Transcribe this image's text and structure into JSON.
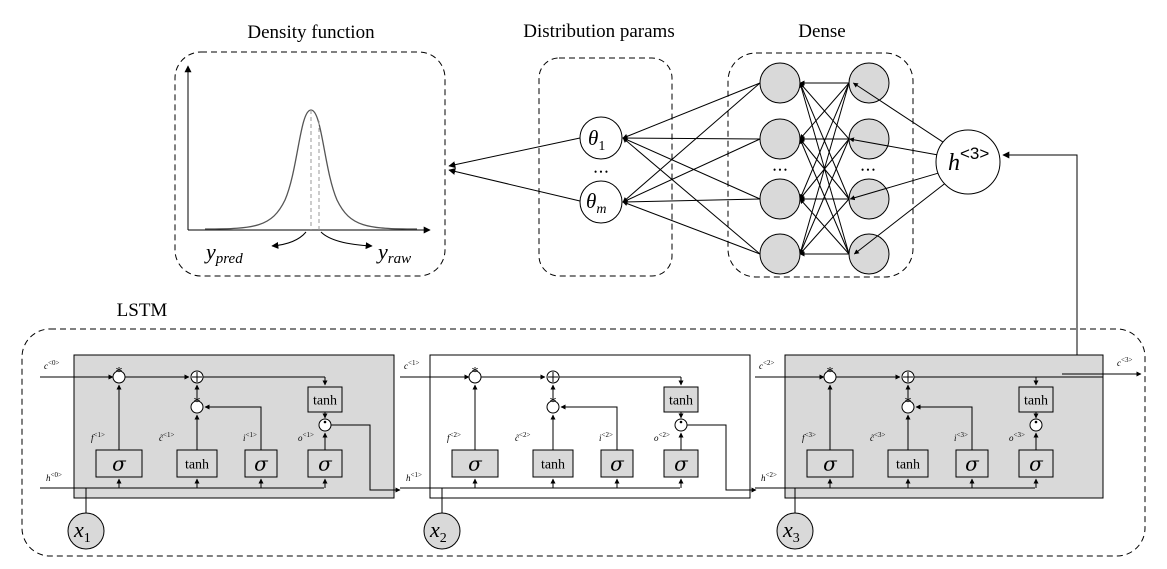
{
  "titles": {
    "density": "Density function",
    "params": "Distribution params",
    "dense": "Dense",
    "lstm": "LSTM"
  },
  "density": {
    "pred_main": "y",
    "pred_sub": "pred",
    "raw_main": "y",
    "raw_sub": "raw"
  },
  "params": {
    "theta_main": "θ",
    "first_sub": "1",
    "last_sub": "m",
    "dots": "• • •"
  },
  "dense": {
    "dots": "• • •"
  },
  "hidden": {
    "main": "h",
    "sup": "<3>"
  },
  "cells": [
    {
      "shaded": true,
      "c_in_main": "c",
      "c_in_sup": "<0>",
      "h_in_main": "h",
      "h_in_sup": "<0>",
      "f_main": "f",
      "f_sup": "<1>",
      "ct_main": "c̃",
      "ct_sup": "<1>",
      "i_main": "i",
      "i_sup": "<1>",
      "o_main": "o",
      "o_sup": "<1>",
      "x_main": "x",
      "x_sub": "1"
    },
    {
      "shaded": false,
      "c_in_main": "c",
      "c_in_sup": "<1>",
      "h_in_main": "h",
      "h_in_sup": "<1>",
      "f_main": "f",
      "f_sup": "<2>",
      "ct_main": "c̃",
      "ct_sup": "<2>",
      "i_main": "i",
      "i_sup": "<2>",
      "o_main": "o",
      "o_sup": "<2>",
      "x_main": "x",
      "x_sub": "2"
    },
    {
      "shaded": true,
      "c_in_main": "c",
      "c_in_sup": "<2>",
      "h_in_main": "h",
      "h_in_sup": "<2>",
      "f_main": "f",
      "f_sup": "<3>",
      "ct_main": "c̃",
      "ct_sup": "<3>",
      "i_main": "i",
      "i_sup": "<3>",
      "o_main": "o",
      "o_sup": "<3>",
      "x_main": "x",
      "x_sub": "3"
    }
  ],
  "c_out": {
    "main": "c",
    "sup": "<3>"
  },
  "gates": {
    "sigma": "σ",
    "tanh": "tanh",
    "mult": "*"
  }
}
